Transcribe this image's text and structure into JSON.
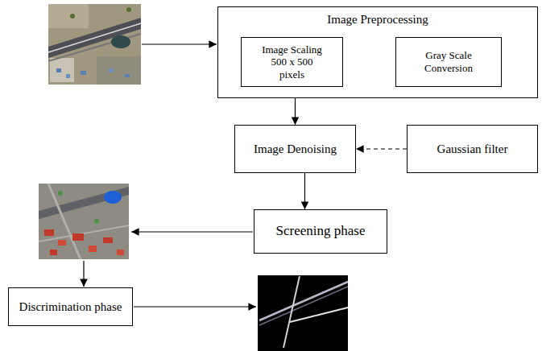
{
  "diagram": {
    "nodes": [
      {
        "text": [
          "Image Preprocessing"
        ]
      },
      {
        "text": [
          "Image Scaling 500 x 500 pixels"
        ],
        "in": 0
      },
      {
        "text": [
          "Gray Scale Conversion"
        ],
        "in": 0
      },
      {
        "text": [
          "Image Denoising"
        ]
      },
      {
        "text": [
          "Gaussian filter"
        ]
      },
      {
        "text": [
          "Screening phase"
        ]
      },
      {
        "text": [
          "Discrimination phase"
        ]
      }
    ],
    "edges": [
      {
        "from": 1,
        "to": 2,
        "arrow": "to"
      },
      {
        "from": 0,
        "to": 3,
        "arrow": "to"
      },
      {
        "from": 4,
        "to": 3,
        "arrow": "to"
      },
      {
        "from": 3,
        "to": 5,
        "arrow": "to"
      }
    ]
  }
}
